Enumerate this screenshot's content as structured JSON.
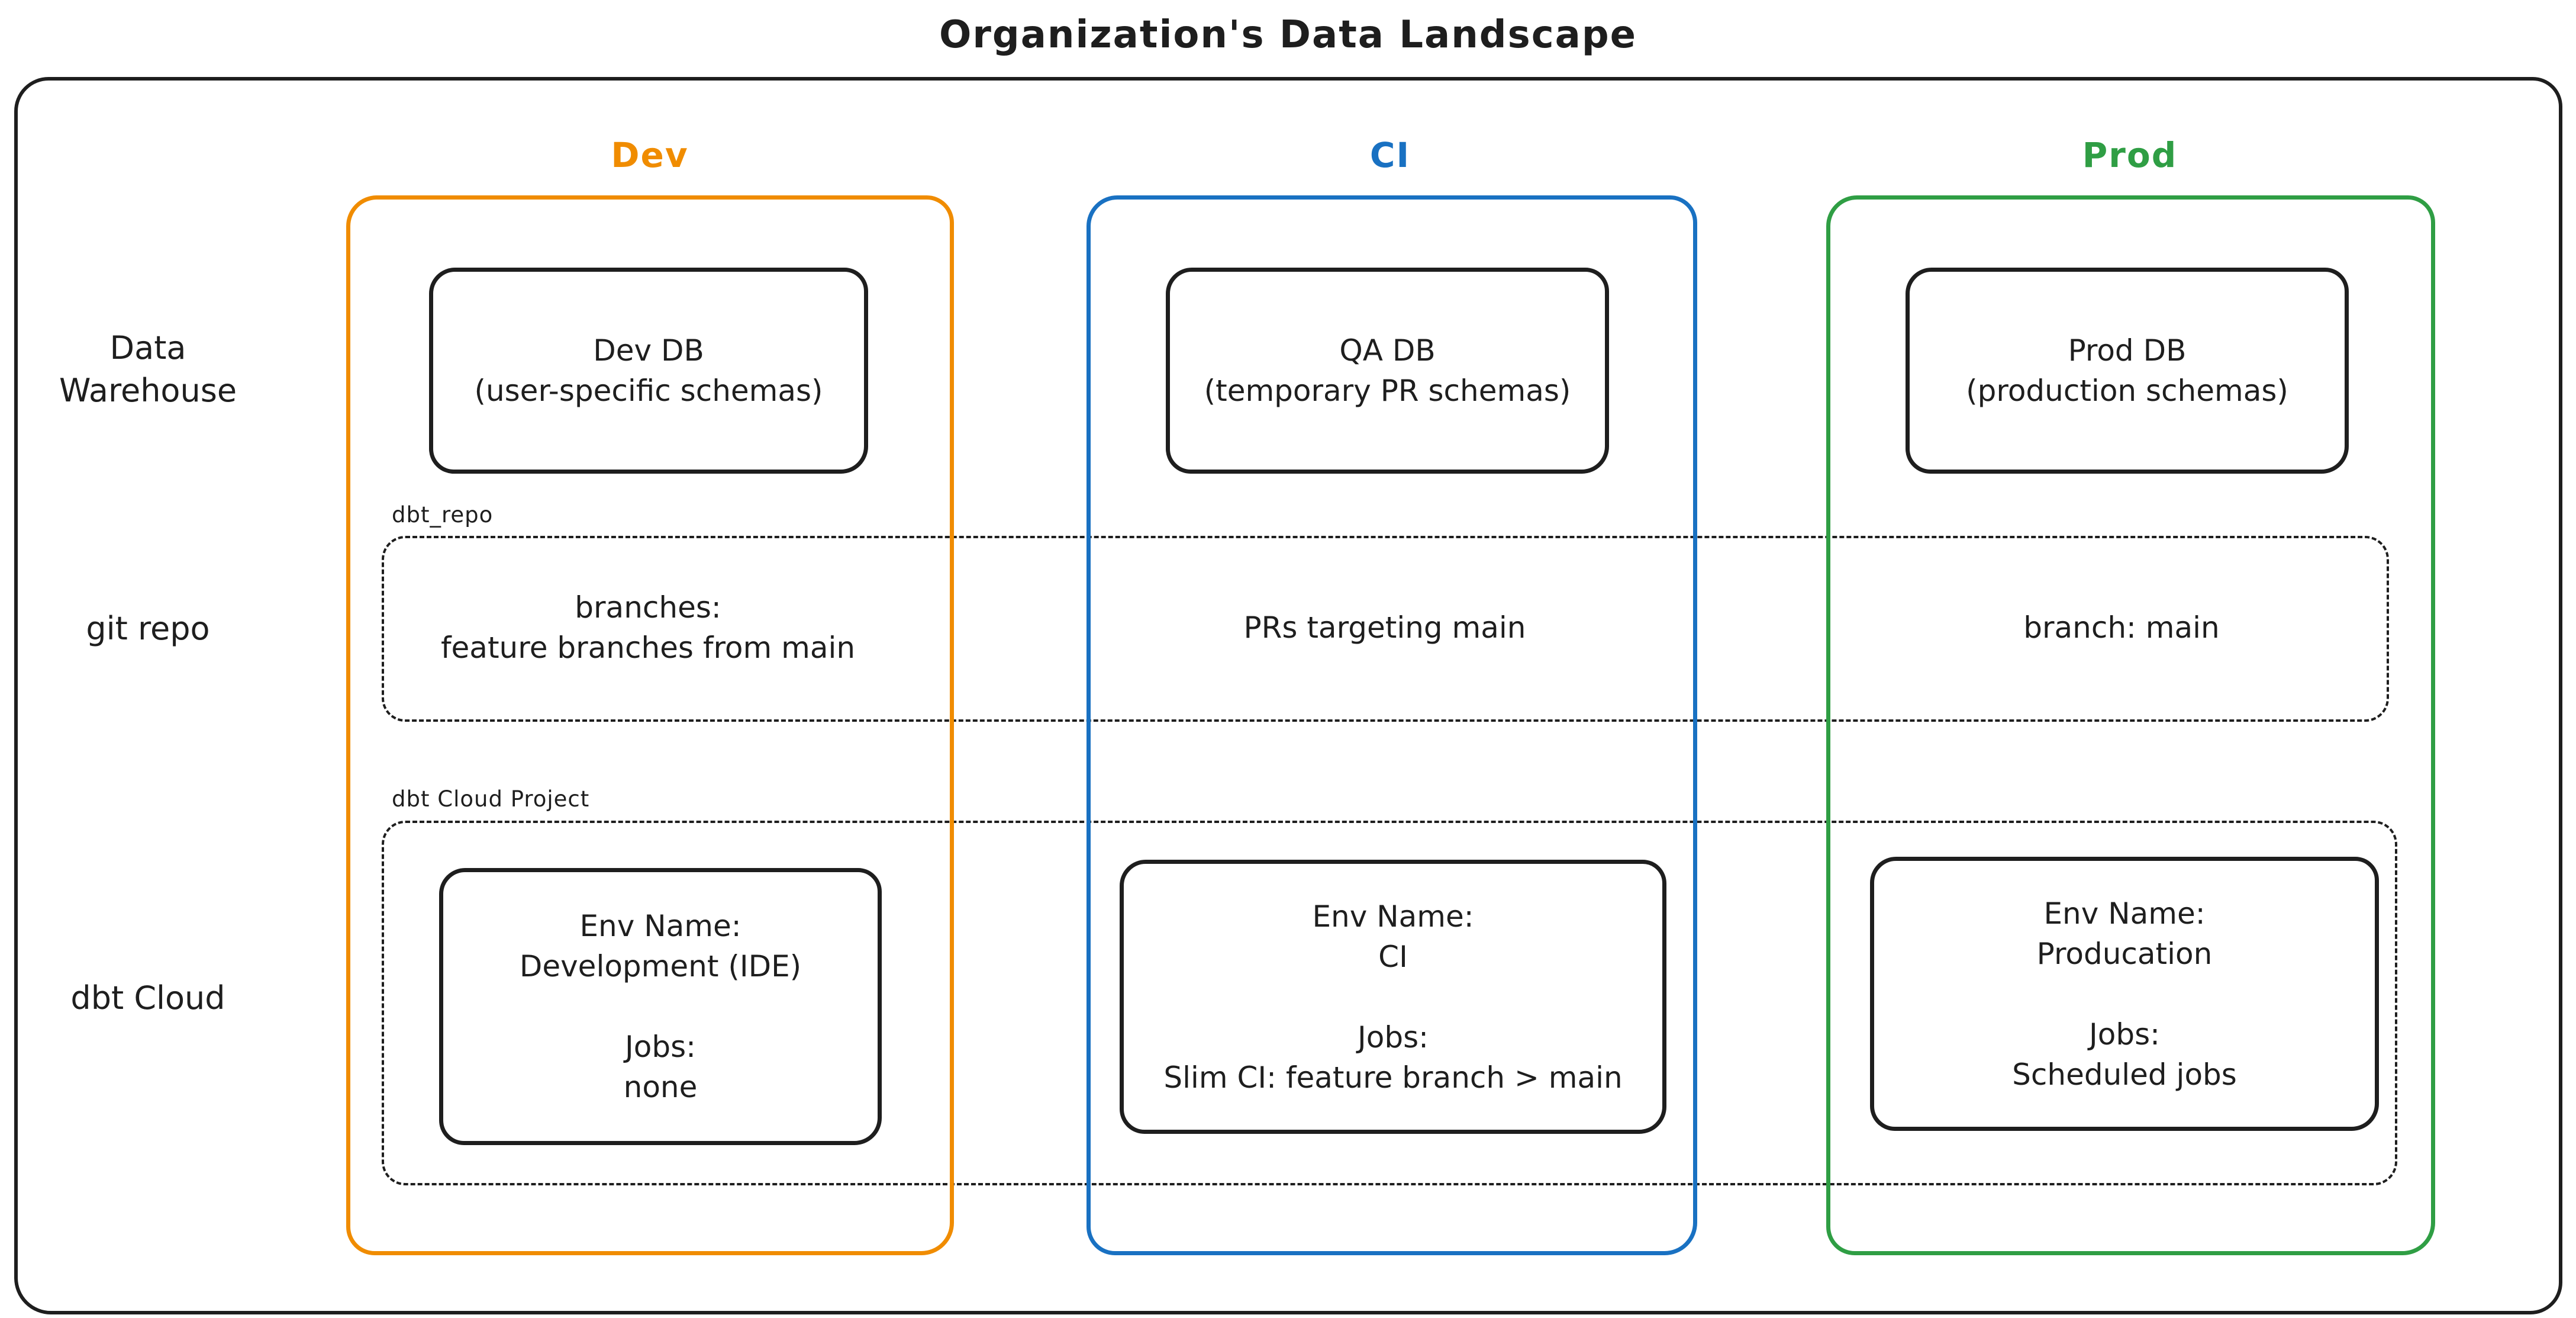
{
  "title": "Organization's Data Landscape",
  "colors": {
    "ink": "#1e1e1e",
    "dev_orange": "#f08c00",
    "ci_blue": "#1971c2",
    "prod_green": "#2f9e44"
  },
  "columns": [
    {
      "id": "dev",
      "label": "Dev",
      "color": "#f08c00"
    },
    {
      "id": "ci",
      "label": "CI",
      "color": "#1971c2"
    },
    {
      "id": "prod",
      "label": "Prod",
      "color": "#2f9e44"
    }
  ],
  "rows": [
    {
      "id": "data-warehouse",
      "label_lines": [
        "Data",
        "Warehouse"
      ]
    },
    {
      "id": "git-repo",
      "label": "git repo"
    },
    {
      "id": "dbt-cloud",
      "label": "dbt Cloud"
    }
  ],
  "warehouse_boxes": [
    {
      "column": "dev",
      "line1": "Dev DB",
      "line2": "(user-specific schemas)"
    },
    {
      "column": "ci",
      "line1": "QA DB",
      "line2": "(temporary PR schemas)"
    },
    {
      "column": "prod",
      "line1": "Prod DB",
      "line2": "(production schemas)"
    }
  ],
  "git_repo_group": {
    "label": "dbt_repo",
    "cells": [
      {
        "column": "dev",
        "lines": [
          "branches:",
          "feature branches from main"
        ]
      },
      {
        "column": "ci",
        "lines": [
          "PRs targeting main"
        ]
      },
      {
        "column": "prod",
        "lines": [
          "branch: main"
        ]
      }
    ]
  },
  "dbt_cloud_group": {
    "label": "dbt Cloud Project",
    "cells": [
      {
        "column": "dev",
        "lines": [
          "Env Name:",
          "Development (IDE)",
          "",
          "Jobs:",
          "none"
        ]
      },
      {
        "column": "ci",
        "lines": [
          "Env Name:",
          "CI",
          "",
          "Jobs:",
          "Slim CI: feature branch > main"
        ]
      },
      {
        "column": "prod",
        "lines": [
          "Env Name:",
          "Producation",
          "",
          "Jobs:",
          "Scheduled jobs"
        ]
      }
    ]
  }
}
